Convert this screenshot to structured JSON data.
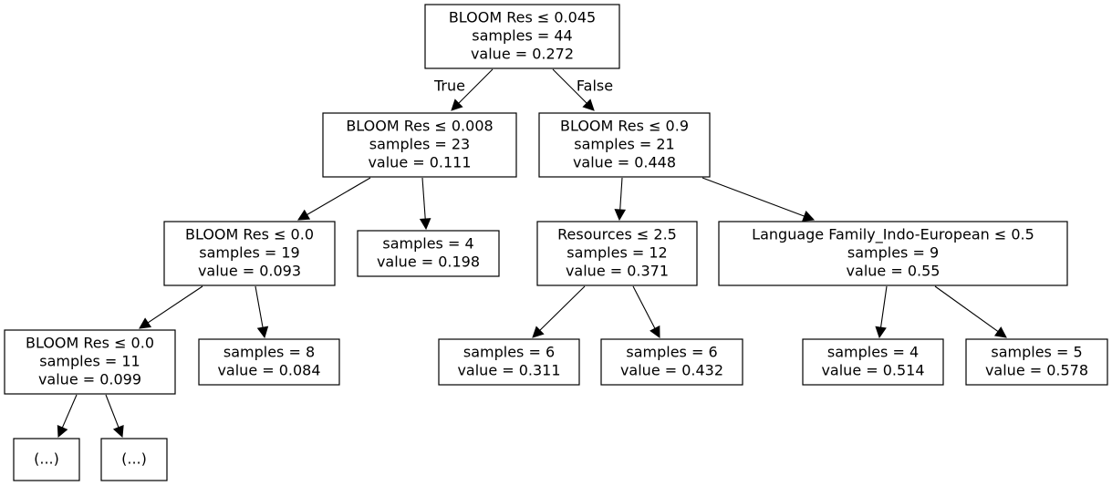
{
  "tree": {
    "nodes": [
      {
        "id": "n0",
        "lines": [
          "BLOOM Res ≤ 0.045",
          "samples = 44",
          "value = 0.272"
        ]
      },
      {
        "id": "n1",
        "lines": [
          "BLOOM Res ≤ 0.008",
          "samples = 23",
          "value = 0.111"
        ]
      },
      {
        "id": "n2",
        "lines": [
          "BLOOM Res ≤ 0.9",
          "samples = 21",
          "value = 0.448"
        ]
      },
      {
        "id": "n3",
        "lines": [
          "BLOOM Res ≤ 0.0",
          "samples = 19",
          "value = 0.093"
        ]
      },
      {
        "id": "n4",
        "lines": [
          "samples = 4",
          "value = 0.198"
        ]
      },
      {
        "id": "n5",
        "lines": [
          "Resources ≤ 2.5",
          "samples = 12",
          "value = 0.371"
        ]
      },
      {
        "id": "n6",
        "lines": [
          "Language Family_Indo-European ≤ 0.5",
          "samples = 9",
          "value = 0.55"
        ]
      },
      {
        "id": "n7",
        "lines": [
          "BLOOM Res ≤ 0.0",
          "samples = 11",
          "value = 0.099"
        ]
      },
      {
        "id": "n8",
        "lines": [
          "samples = 8",
          "value = 0.084"
        ]
      },
      {
        "id": "n9",
        "lines": [
          "samples = 6",
          "value = 0.311"
        ]
      },
      {
        "id": "n10",
        "lines": [
          "samples = 6",
          "value = 0.432"
        ]
      },
      {
        "id": "n11",
        "lines": [
          "samples = 4",
          "value = 0.514"
        ]
      },
      {
        "id": "n12",
        "lines": [
          "samples = 5",
          "value = 0.578"
        ]
      },
      {
        "id": "n13",
        "lines": [
          "(...)"
        ]
      },
      {
        "id": "n14",
        "lines": [
          "(...)"
        ]
      }
    ],
    "edges": [
      {
        "from": "n0",
        "to": "n1",
        "label": "True"
      },
      {
        "from": "n0",
        "to": "n2",
        "label": "False"
      },
      {
        "from": "n1",
        "to": "n3",
        "label": ""
      },
      {
        "from": "n1",
        "to": "n4",
        "label": ""
      },
      {
        "from": "n2",
        "to": "n5",
        "label": ""
      },
      {
        "from": "n2",
        "to": "n6",
        "label": ""
      },
      {
        "from": "n3",
        "to": "n7",
        "label": ""
      },
      {
        "from": "n3",
        "to": "n8",
        "label": ""
      },
      {
        "from": "n5",
        "to": "n9",
        "label": ""
      },
      {
        "from": "n5",
        "to": "n10",
        "label": ""
      },
      {
        "from": "n6",
        "to": "n11",
        "label": ""
      },
      {
        "from": "n6",
        "to": "n12",
        "label": ""
      },
      {
        "from": "n7",
        "to": "n13",
        "label": ""
      },
      {
        "from": "n7",
        "to": "n14",
        "label": ""
      }
    ]
  }
}
